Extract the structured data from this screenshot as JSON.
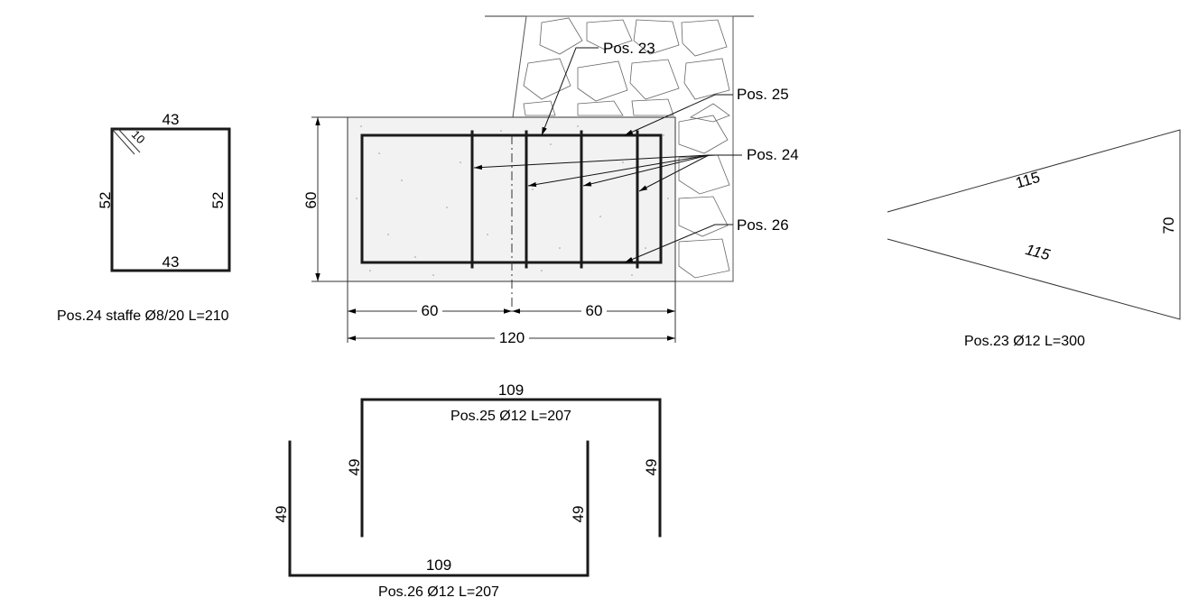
{
  "colors": {
    "ink": "#000000",
    "concrete_fill": "#f2f2f2",
    "stone": "#555555"
  },
  "stirrup": {
    "top": "43",
    "bottom": "43",
    "left": "52",
    "right": "52",
    "hook": "10",
    "caption": "Pos.24 staffe Ø8/20 L=210"
  },
  "section": {
    "height": "60",
    "left_width": "60",
    "right_width": "60",
    "total_width": "120",
    "labels": {
      "pos23": "Pos. 23",
      "pos25": "Pos. 25",
      "pos24": "Pos. 24",
      "pos26": "Pos. 26"
    }
  },
  "triangle": {
    "side_top": "115",
    "side_bottom": "115",
    "height": "70",
    "caption": "Pos.23  Ø12 L=300"
  },
  "bar25": {
    "length": "109",
    "left_leg": "49",
    "right_leg": "49",
    "caption": "Pos.25  Ø12 L=207"
  },
  "bar26": {
    "length": "109",
    "left_leg": "49",
    "right_leg": "49",
    "caption": "Pos.26  Ø12 L=207"
  }
}
